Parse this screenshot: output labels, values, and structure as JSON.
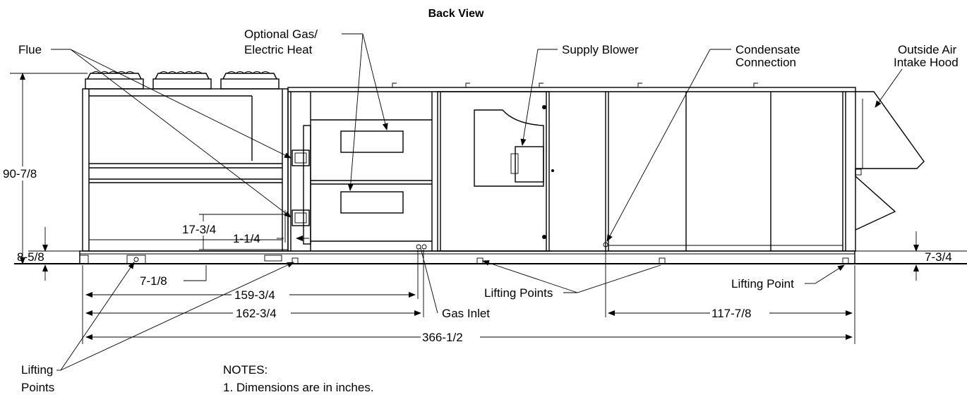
{
  "title": "Back View",
  "callouts": {
    "flue": "Flue",
    "optional_heat_line1": "Optional Gas/",
    "optional_heat_line2": "Electric Heat",
    "supply_blower": "Supply Blower",
    "condensate_line1": "Condensate",
    "condensate_line2": "Connection",
    "outside_air_line1": "Outside Air",
    "outside_air_line2": "Intake Hood",
    "lifting_points_center": "Lifting Points",
    "lifting_point_right": "Lifting Point",
    "gas_inlet": "Gas Inlet",
    "lifting_points_left_line1": "Lifting",
    "lifting_points_left_line2": "Points"
  },
  "dimensions": {
    "overall_height": "90-7/8",
    "base_height_left": "8-5/8",
    "base_height_right": "7-3/4",
    "heat_section_height": "17-3/4",
    "heat_offset": "1-1/4",
    "lifting_offset": "7-1/8",
    "to_gas_inlet_1": "159-3/4",
    "to_gas_inlet_2": "162-3/4",
    "condensate_to_end": "117-7/8",
    "overall_length": "366-1/2"
  },
  "notes": {
    "heading": "NOTES:",
    "items": [
      "1. Dimensions are in inches."
    ]
  }
}
